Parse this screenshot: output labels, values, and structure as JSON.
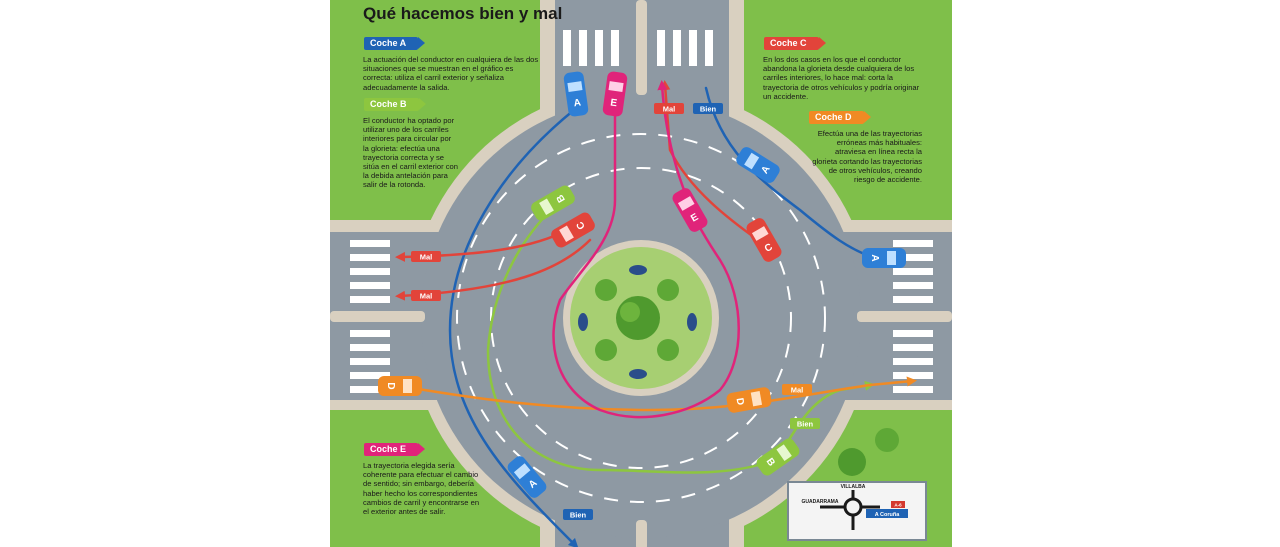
{
  "title": "Qué hacemos bien y mal",
  "cars": {
    "a": {
      "label": "Coche A",
      "color": "#1f63b4",
      "text": "La actuación del conductor en cualquiera de las dos situaciones que se muestran en el gráfico es correcta: utiliza el carril exterior y señaliza adecuadamente la salida."
    },
    "b": {
      "label": "Coche B",
      "color": "#8dc63f",
      "text": "El conductor ha optado por utilizar uno de los carriles interiores para circular por la glorieta: efectúa una trayectoria correcta y se sitúa en el carril exterior con la debida antelación para salir de la rotonda."
    },
    "c": {
      "label": "Coche C",
      "color": "#e2443a",
      "text": "En los dos casos en los que el conductor abandona la glorieta desde cualquiera de los carriles interiores, lo hace mal: corta la trayectoria de otros vehículos y podría originar un accidente."
    },
    "d": {
      "label": "Coche D",
      "color": "#f08a24",
      "text": "Efectúa una de las trayectorias erróneas más habituales: atraviesa en línea recta la glorieta cortando las trayectorias de otros vehículos, creando riesgo de accidente."
    },
    "e": {
      "label": "Coche E",
      "color": "#e0247a",
      "text": "La trayectoria elegida sería coherente para efectuar el cambio de sentido; sin embargo, debería haber hecho los correspondientes cambios de carril y encontrarse en el exterior antes de salir."
    }
  },
  "car_letters": {
    "a": "A",
    "b": "B",
    "c": "C",
    "d": "D",
    "e": "E"
  },
  "labels": {
    "mal": "Mal",
    "bien": "Bien"
  },
  "sign": {
    "top": "VILLALBA",
    "left": "GUADARRAMA",
    "right": "A Coruña",
    "badge": "A-6"
  },
  "colors": {
    "grass": "#7fbf4a",
    "road": "#8e99a3",
    "sidewalk": "#d9d0c0",
    "island": "#a7cf72"
  }
}
